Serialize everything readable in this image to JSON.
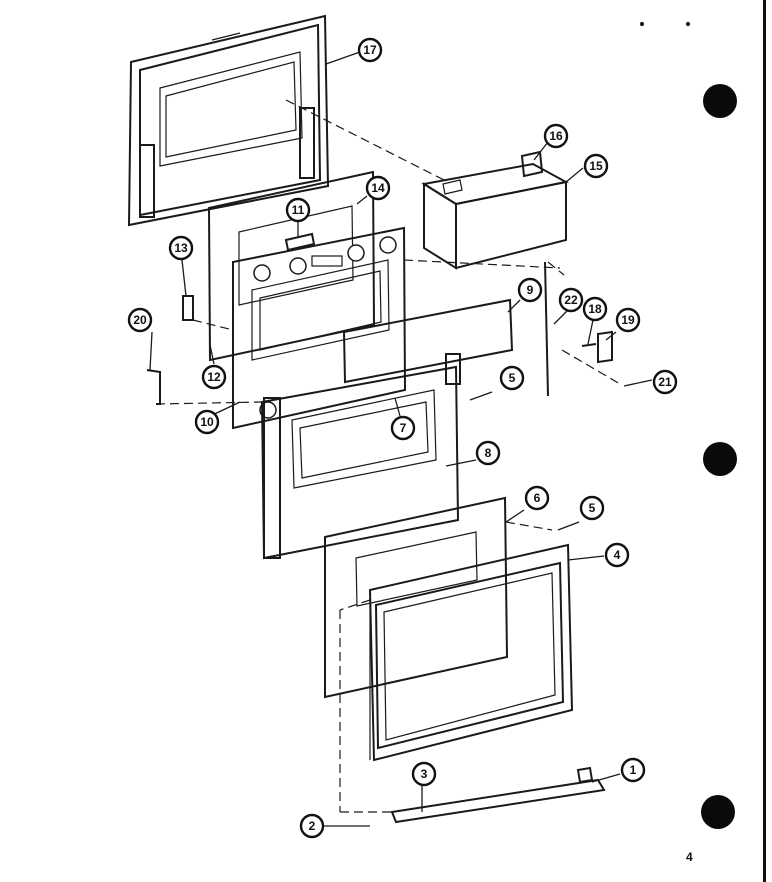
{
  "callouts": [
    {
      "label": "1"
    },
    {
      "label": "2"
    },
    {
      "label": "3"
    },
    {
      "label": "4"
    },
    {
      "label": "5"
    },
    {
      "label": "5"
    },
    {
      "label": "6"
    },
    {
      "label": "7"
    },
    {
      "label": "8"
    },
    {
      "label": "9"
    },
    {
      "label": "10"
    },
    {
      "label": "11"
    },
    {
      "label": "12"
    },
    {
      "label": "13"
    },
    {
      "label": "14"
    },
    {
      "label": "15"
    },
    {
      "label": "16"
    },
    {
      "label": "17"
    },
    {
      "label": "18"
    },
    {
      "label": "19"
    },
    {
      "label": "20"
    },
    {
      "label": "21"
    },
    {
      "label": "22"
    }
  ],
  "page_number": "4",
  "colors": {
    "ink": "#111111",
    "paper": "#ffffff"
  }
}
